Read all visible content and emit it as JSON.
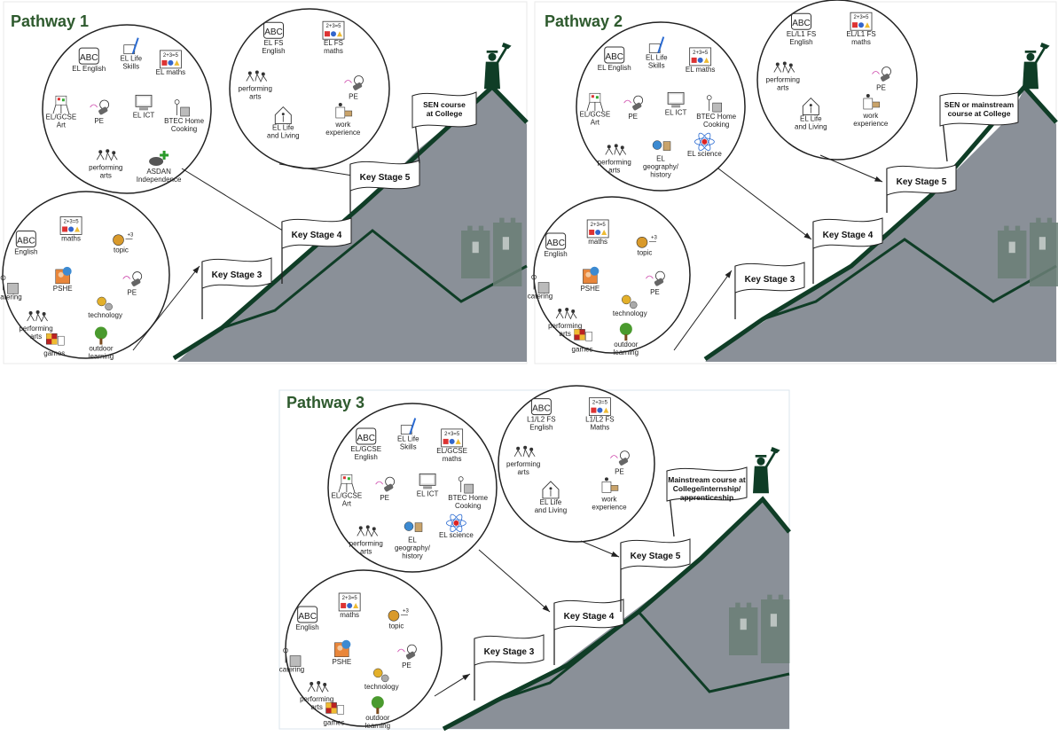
{
  "colors": {
    "dark_green": "#0f3d26",
    "title_green": "#2e5a2e",
    "mountain_grey": "#8a9098",
    "mountain_light": "#c9cdd2",
    "castle": "#6b7f77"
  },
  "pathways": [
    {
      "title": "Pathway 1",
      "flags": [
        "Key Stage 3",
        "Key Stage 4",
        "Key Stage 5"
      ],
      "goal": [
        "SEN course",
        "at College"
      ],
      "ks3_subjects": [
        {
          "icon": "abc-icon",
          "label": [
            "English"
          ]
        },
        {
          "icon": "maths-icon",
          "label": [
            "maths"
          ]
        },
        {
          "icon": "topic-icon",
          "label": [
            "topic"
          ]
        },
        {
          "icon": "catering-icon",
          "label": [
            "catering"
          ]
        },
        {
          "icon": "pshe-icon",
          "label": [
            "PSHE"
          ]
        },
        {
          "icon": "pe-icon",
          "label": [
            "PE"
          ]
        },
        {
          "icon": "technology-icon",
          "label": [
            "technology"
          ]
        },
        {
          "icon": "performing-arts-icon",
          "label": [
            "performing",
            "arts"
          ]
        },
        {
          "icon": "games-icon",
          "label": [
            "games"
          ]
        },
        {
          "icon": "tree-icon",
          "label": [
            "outdoor",
            "learning"
          ]
        }
      ],
      "ks4_subjects": [
        {
          "icon": "abc-icon",
          "label": [
            "EL English"
          ]
        },
        {
          "icon": "life-skills-icon",
          "label": [
            "EL Life",
            "Skills"
          ]
        },
        {
          "icon": "maths-icon",
          "label": [
            "EL maths"
          ]
        },
        {
          "icon": "art-icon",
          "label": [
            "EL/GCSE",
            "Art"
          ]
        },
        {
          "icon": "pe-icon",
          "label": [
            "PE"
          ]
        },
        {
          "icon": "computer-icon",
          "label": [
            "EL ICT"
          ]
        },
        {
          "icon": "cooking-icon",
          "label": [
            "BTEC Home",
            "Cooking"
          ]
        },
        {
          "icon": "performing-arts-icon",
          "label": [
            "performing",
            "arts"
          ]
        },
        {
          "icon": "independence-icon",
          "label": [
            "ASDAN",
            "Independence"
          ]
        }
      ],
      "ks5_subjects": [
        {
          "icon": "abc-icon",
          "label": [
            "EL FS",
            "English"
          ]
        },
        {
          "icon": "maths-icon",
          "label": [
            "EL FS",
            "maths"
          ]
        },
        {
          "icon": "performing-arts-icon",
          "label": [
            "performing",
            "arts"
          ]
        },
        {
          "icon": "pe-icon",
          "label": [
            "PE"
          ]
        },
        {
          "icon": "house-icon",
          "label": [
            "EL Life",
            "and Living"
          ]
        },
        {
          "icon": "work-icon",
          "label": [
            "work",
            "experience"
          ]
        }
      ]
    },
    {
      "title": "Pathway 2",
      "flags": [
        "Key Stage 3",
        "Key Stage 4",
        "Key Stage 5"
      ],
      "goal": [
        "SEN or mainstream",
        "course at College"
      ],
      "ks3_subjects": [
        {
          "icon": "abc-icon",
          "label": [
            "English"
          ]
        },
        {
          "icon": "maths-icon",
          "label": [
            "maths"
          ]
        },
        {
          "icon": "topic-icon",
          "label": [
            "topic"
          ]
        },
        {
          "icon": "catering-icon",
          "label": [
            "catering"
          ]
        },
        {
          "icon": "pshe-icon",
          "label": [
            "PSHE"
          ]
        },
        {
          "icon": "pe-icon",
          "label": [
            "PE"
          ]
        },
        {
          "icon": "technology-icon",
          "label": [
            "technology"
          ]
        },
        {
          "icon": "performing-arts-icon",
          "label": [
            "performing",
            "arts"
          ]
        },
        {
          "icon": "games-icon",
          "label": [
            "games"
          ]
        },
        {
          "icon": "tree-icon",
          "label": [
            "outdoor",
            "learning"
          ]
        }
      ],
      "ks4_subjects": [
        {
          "icon": "abc-icon",
          "label": [
            "EL English"
          ]
        },
        {
          "icon": "life-skills-icon",
          "label": [
            "EL Life",
            "Skills"
          ]
        },
        {
          "icon": "maths-icon",
          "label": [
            "EL maths"
          ]
        },
        {
          "icon": "art-icon",
          "label": [
            "EL/GCSE",
            "Art"
          ]
        },
        {
          "icon": "pe-icon",
          "label": [
            "PE"
          ]
        },
        {
          "icon": "computer-icon",
          "label": [
            "EL ICT"
          ]
        },
        {
          "icon": "cooking-icon",
          "label": [
            "BTEC Home",
            "Cooking"
          ]
        },
        {
          "icon": "performing-arts-icon",
          "label": [
            "performing",
            "arts"
          ]
        },
        {
          "icon": "geography-icon",
          "label": [
            "EL",
            "geography/",
            "history"
          ]
        },
        {
          "icon": "science-icon",
          "label": [
            "EL science"
          ]
        }
      ],
      "ks5_subjects": [
        {
          "icon": "abc-icon",
          "label": [
            "EL/L1 FS",
            "English"
          ]
        },
        {
          "icon": "maths-icon",
          "label": [
            "EL/L1 FS",
            "maths"
          ]
        },
        {
          "icon": "performing-arts-icon",
          "label": [
            "performing",
            "arts"
          ]
        },
        {
          "icon": "pe-icon",
          "label": [
            "PE"
          ]
        },
        {
          "icon": "house-icon",
          "label": [
            "EL Life",
            "and Living"
          ]
        },
        {
          "icon": "work-icon",
          "label": [
            "work",
            "experience"
          ]
        }
      ]
    },
    {
      "title": "Pathway 3",
      "flags": [
        "Key Stage 3",
        "Key Stage 4",
        "Key Stage 5"
      ],
      "goal": [
        "Mainstream course at",
        "College/internship/",
        "apprenticeship"
      ],
      "ks3_subjects": [
        {
          "icon": "abc-icon",
          "label": [
            "English"
          ]
        },
        {
          "icon": "maths-icon",
          "label": [
            "maths"
          ]
        },
        {
          "icon": "topic-icon",
          "label": [
            "topic"
          ]
        },
        {
          "icon": "catering-icon",
          "label": [
            "catering"
          ]
        },
        {
          "icon": "pshe-icon",
          "label": [
            "PSHE"
          ]
        },
        {
          "icon": "pe-icon",
          "label": [
            "PE"
          ]
        },
        {
          "icon": "technology-icon",
          "label": [
            "technology"
          ]
        },
        {
          "icon": "performing-arts-icon",
          "label": [
            "performing",
            "arts"
          ]
        },
        {
          "icon": "games-icon",
          "label": [
            "games"
          ]
        },
        {
          "icon": "tree-icon",
          "label": [
            "outdoor",
            "learning"
          ]
        }
      ],
      "ks4_subjects": [
        {
          "icon": "abc-icon",
          "label": [
            "EL/GCSE",
            "English"
          ]
        },
        {
          "icon": "life-skills-icon",
          "label": [
            "EL Life",
            "Skills"
          ]
        },
        {
          "icon": "maths-icon",
          "label": [
            "EL/GCSE",
            "maths"
          ]
        },
        {
          "icon": "art-icon",
          "label": [
            "EL/GCSE",
            "Art"
          ]
        },
        {
          "icon": "pe-icon",
          "label": [
            "PE"
          ]
        },
        {
          "icon": "computer-icon",
          "label": [
            "EL ICT"
          ]
        },
        {
          "icon": "cooking-icon",
          "label": [
            "BTEC Home",
            "Cooking"
          ]
        },
        {
          "icon": "performing-arts-icon",
          "label": [
            "performing",
            "arts"
          ]
        },
        {
          "icon": "geography-icon",
          "label": [
            "EL",
            "geography/",
            "history"
          ]
        },
        {
          "icon": "science-icon",
          "label": [
            "EL science"
          ]
        }
      ],
      "ks5_subjects": [
        {
          "icon": "abc-icon",
          "label": [
            "L1/L2 FS",
            "English"
          ]
        },
        {
          "icon": "maths-icon",
          "label": [
            "L1/L2 FS",
            "Maths"
          ]
        },
        {
          "icon": "performing-arts-icon",
          "label": [
            "performing",
            "arts"
          ]
        },
        {
          "icon": "pe-icon",
          "label": [
            "PE"
          ]
        },
        {
          "icon": "house-icon",
          "label": [
            "EL Life",
            "and Living"
          ]
        },
        {
          "icon": "work-icon",
          "label": [
            "work",
            "experience"
          ]
        }
      ]
    }
  ]
}
